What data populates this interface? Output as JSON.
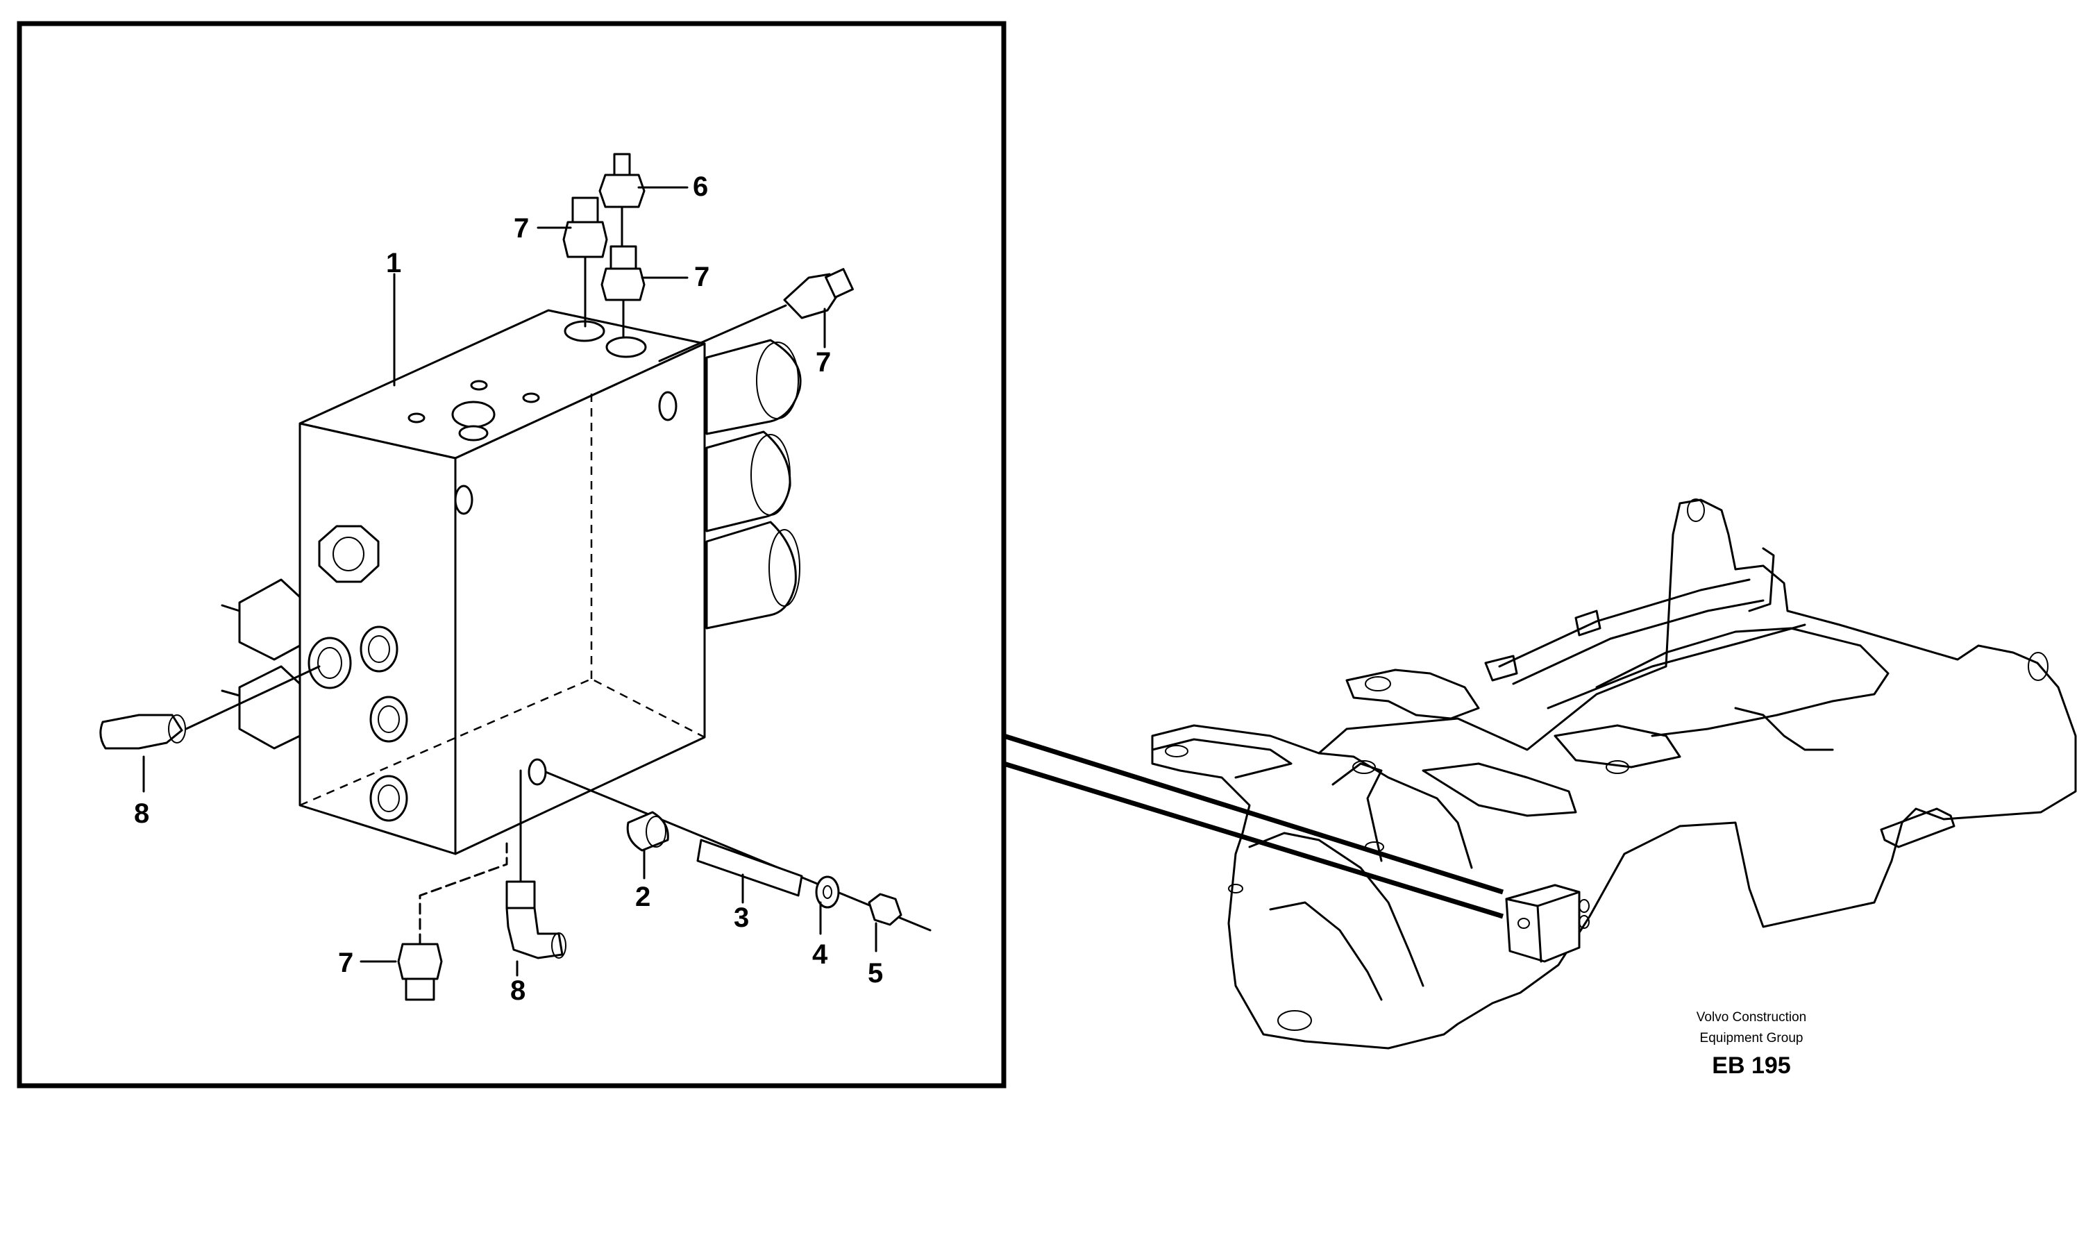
{
  "callouts": {
    "c1": "1",
    "c2": "2",
    "c3": "3",
    "c4": "4",
    "c5": "5",
    "c6": "6",
    "c7a": "7",
    "c7b": "7",
    "c7c": "7",
    "c7d": "7",
    "c8a": "8",
    "c8b": "8"
  },
  "credit": {
    "line1": "Volvo Construction",
    "line2": "Equipment Group",
    "code": "EB 195"
  }
}
